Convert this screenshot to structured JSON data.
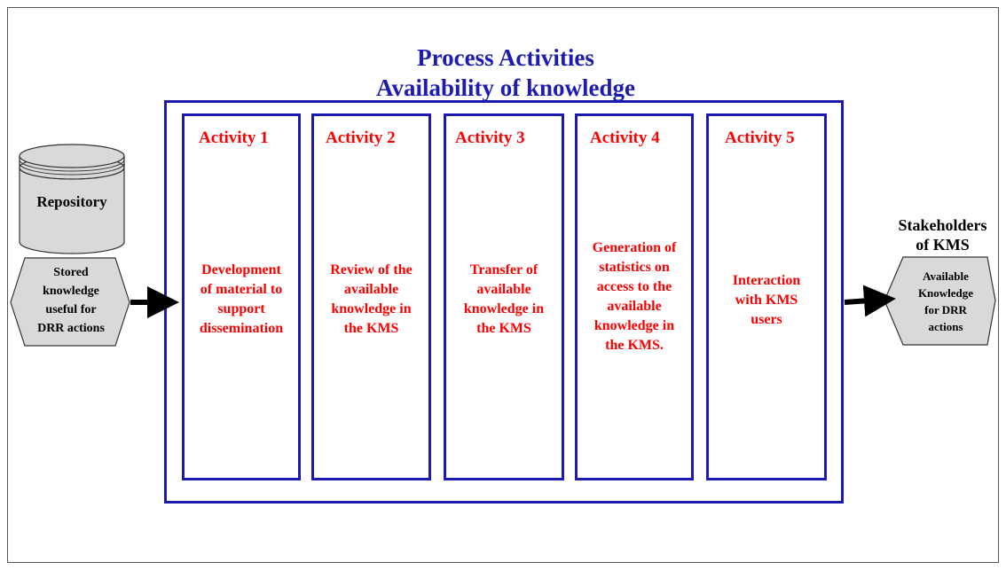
{
  "title": {
    "line1": "Process Activities",
    "line2": "Availability of knowledge"
  },
  "repository": {
    "label": "Repository",
    "stored_text": [
      "Stored",
      "knowledge",
      "useful for",
      "DRR actions"
    ]
  },
  "activities": [
    {
      "label": "Activity 1",
      "description": [
        "Development",
        "of material to",
        "support",
        "dissemination"
      ]
    },
    {
      "label": "Activity 2",
      "description": [
        "Review of the",
        "available",
        "knowledge in",
        "the KMS"
      ]
    },
    {
      "label": "Activity 3",
      "description": [
        "Transfer of",
        "available",
        "knowledge in",
        "the KMS"
      ]
    },
    {
      "label": "Activity 4",
      "description": [
        "Generation of",
        "statistics on",
        "access to the",
        "available",
        "knowledge in",
        "the KMS."
      ]
    },
    {
      "label": "Activity 5",
      "description": [
        "Interaction",
        "with KMS",
        "users"
      ]
    }
  ],
  "stakeholders": {
    "label_line1": "Stakeholders",
    "label_line2": "of KMS",
    "available_text": [
      "Available",
      "Knowledge",
      "for DRR",
      "actions"
    ]
  },
  "colors": {
    "title": "#1c1cb4",
    "box_border": "#1a1ab0",
    "activity_text": "#ff0000",
    "shape_fill": "#d9d9d9"
  },
  "icons": [
    "database-cylinder-icon",
    "arrow-right-icon"
  ]
}
